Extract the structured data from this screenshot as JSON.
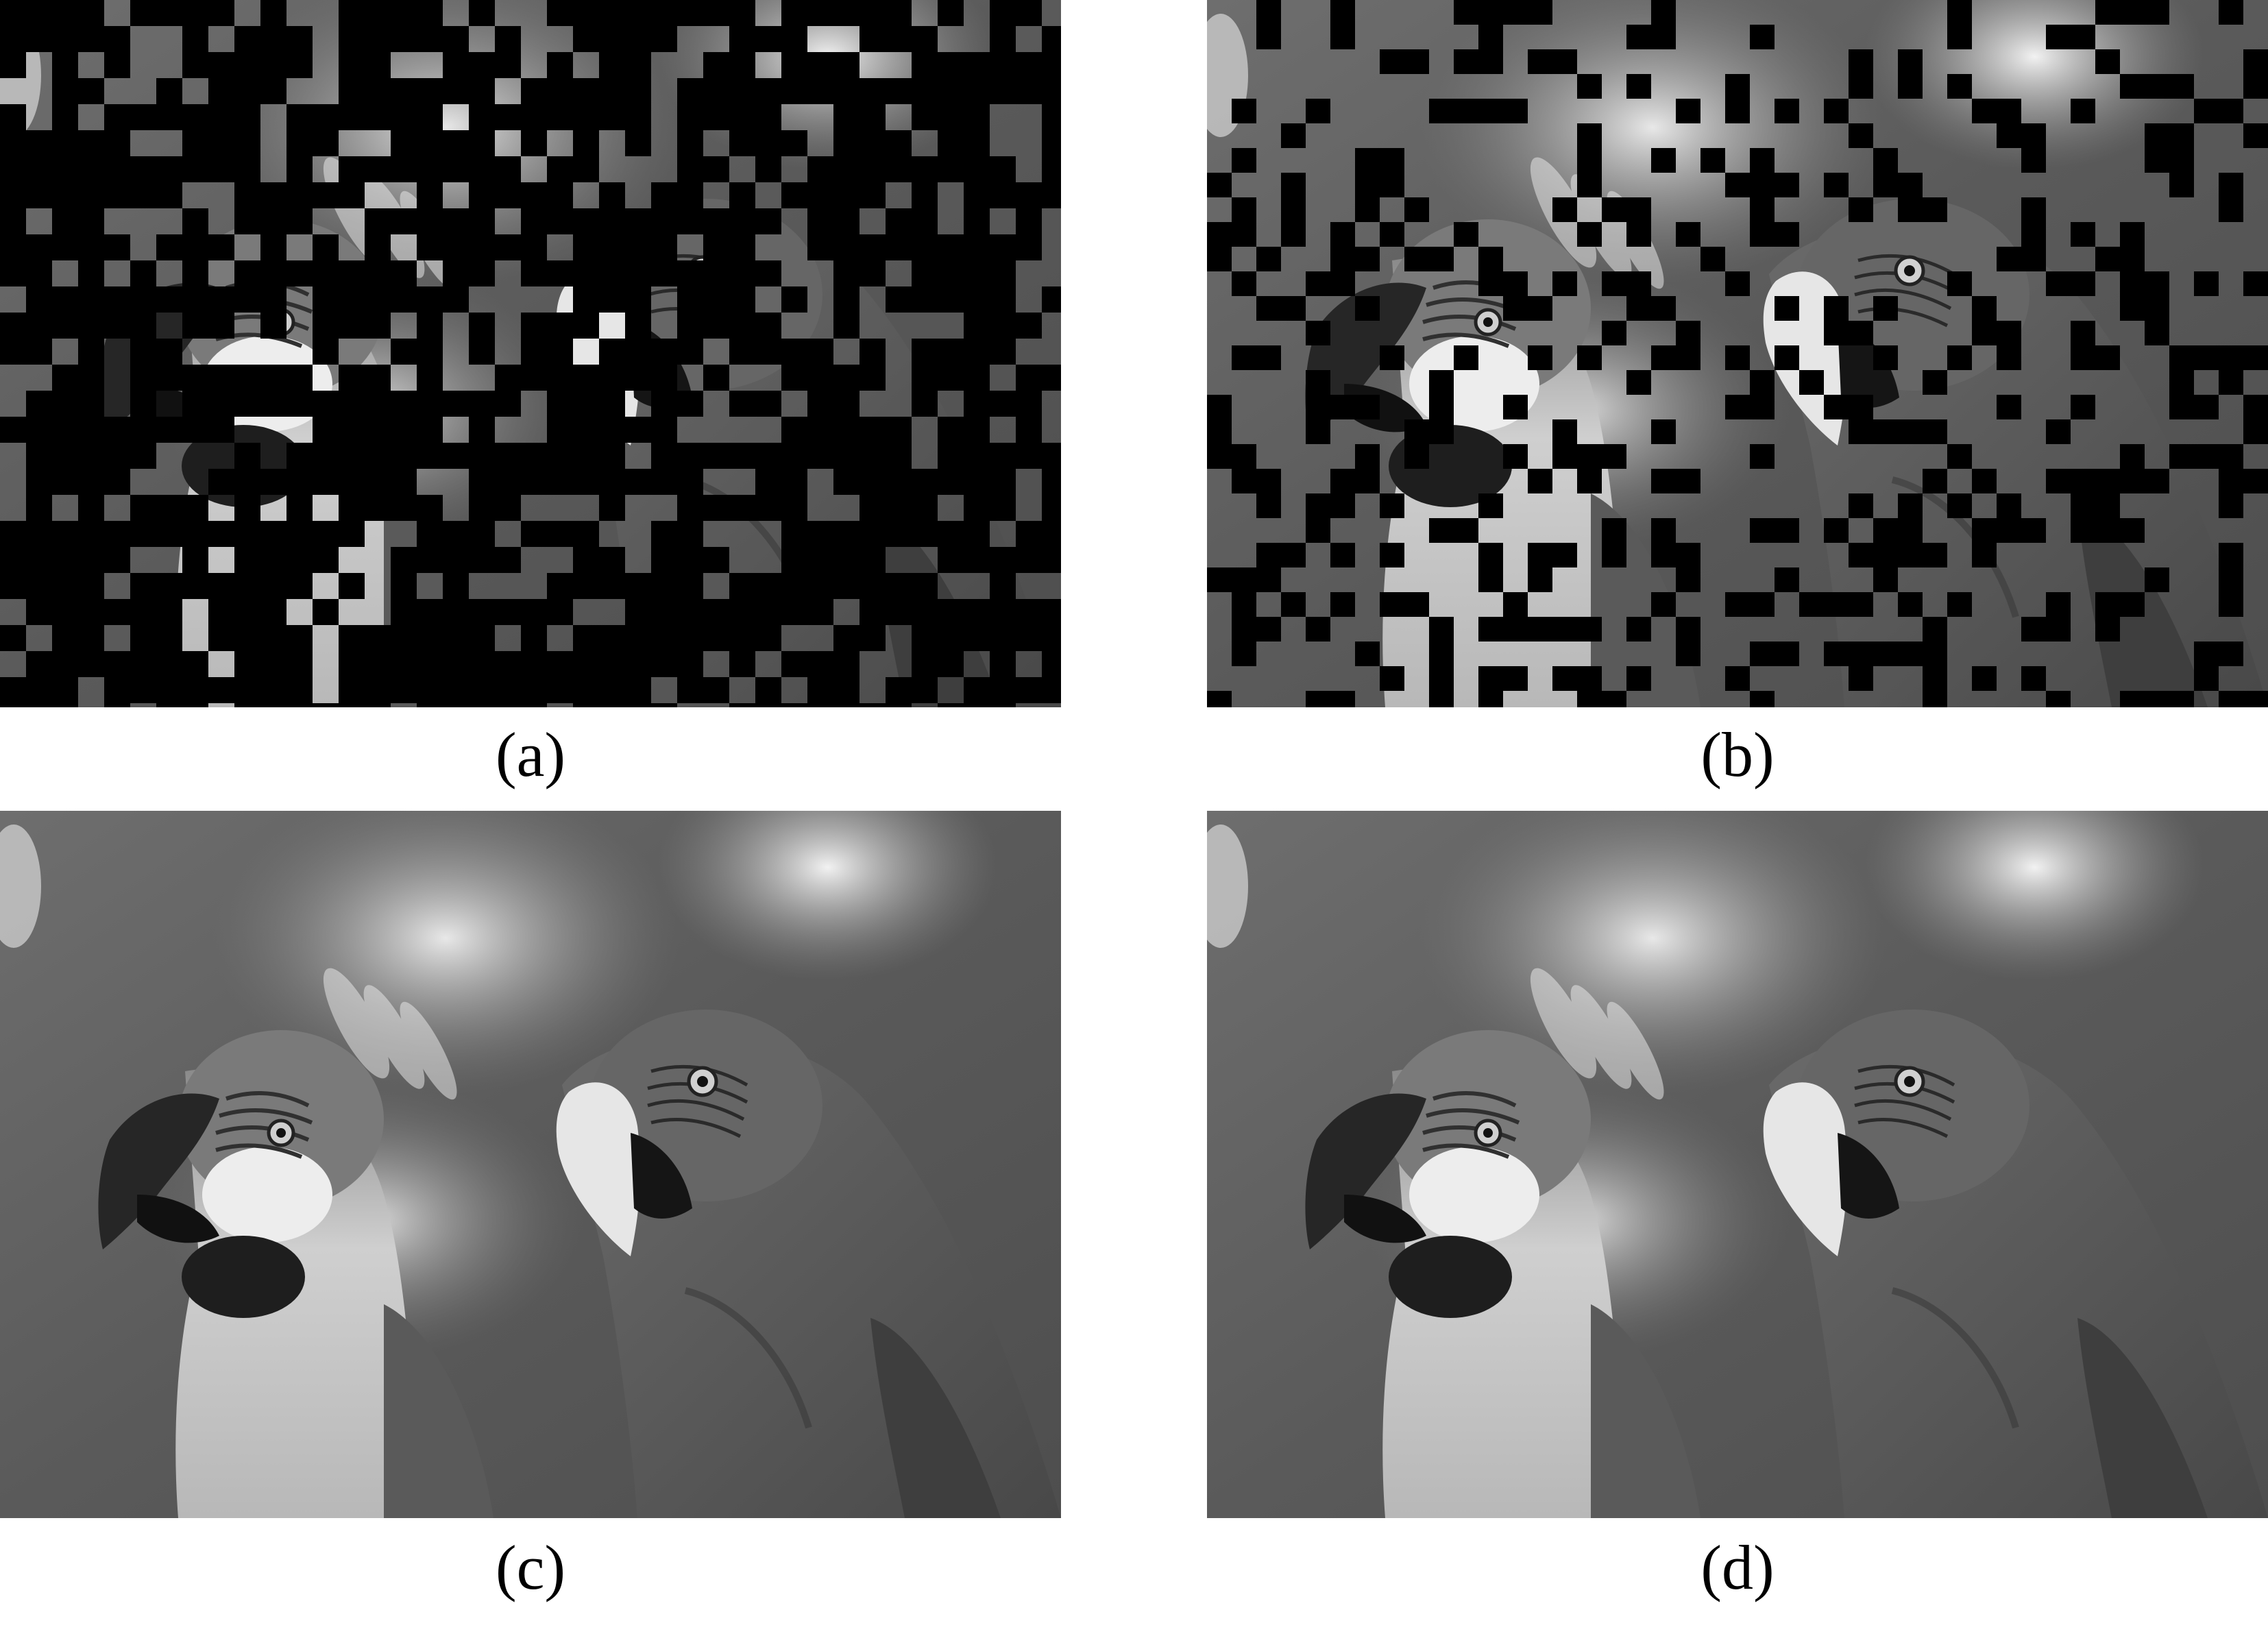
{
  "figure": {
    "panels": [
      {
        "id": "a",
        "caption": "(a)",
        "content": "parrots-photo",
        "mask": "dense-missing-blocks"
      },
      {
        "id": "b",
        "caption": "(b)",
        "content": "parrots-photo",
        "mask": "sparse-missing-blocks"
      },
      {
        "id": "c",
        "caption": "(c)",
        "content": "parrots-photo",
        "mask": "none"
      },
      {
        "id": "d",
        "caption": "(d)",
        "content": "parrots-photo",
        "mask": "none"
      }
    ]
  },
  "colors": {
    "background": "#ffffff",
    "mask_block": "#000000",
    "caption_text": "#000000"
  }
}
